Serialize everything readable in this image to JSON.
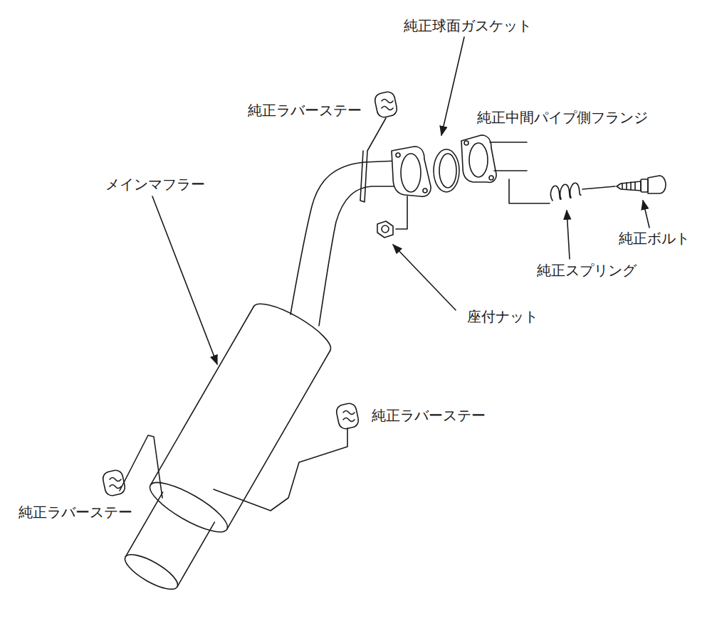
{
  "diagram": {
    "labels": [
      "純正球面ガスケット",
      "純正ラバーステー",
      "純正中間パイプ側フランジ",
      "メインマフラー",
      "純正ボルト",
      "純正スプリング",
      "座付ナット",
      "純正ラバーステー",
      "純正ラバーステー"
    ]
  }
}
